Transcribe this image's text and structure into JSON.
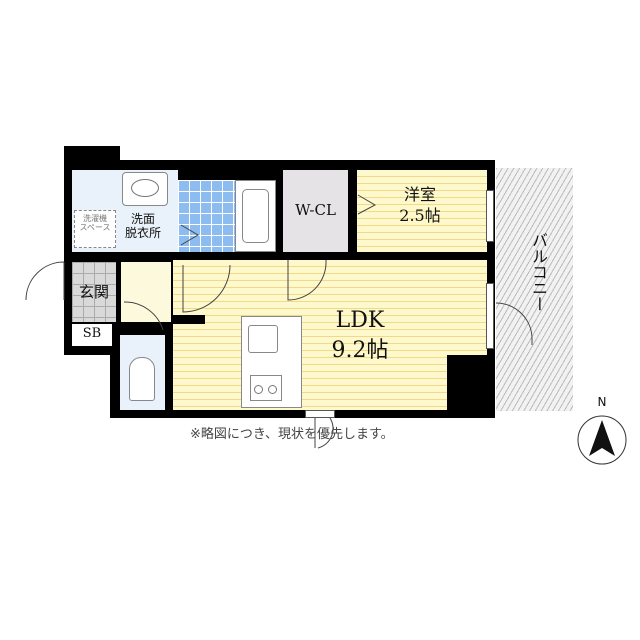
{
  "rooms": {
    "washroom": "洗面\n脱衣所",
    "washer_space": "洗濯機\nスペース",
    "wcl": "W-CL",
    "western_room": {
      "name": "洋室",
      "size": "2.5帖"
    },
    "ldk": {
      "name": "LDK",
      "size": "9.2帖"
    },
    "entrance": "玄関",
    "sb": "SB",
    "balcony": "バルコニー"
  },
  "note": "※略図につき、現状を優先します。",
  "compass": {
    "label": "N"
  },
  "colors": {
    "floor": "#fdf9cc",
    "bath_tile": "#8cbcf0",
    "wcl": "#e6e3e6",
    "wall": "#000000"
  }
}
